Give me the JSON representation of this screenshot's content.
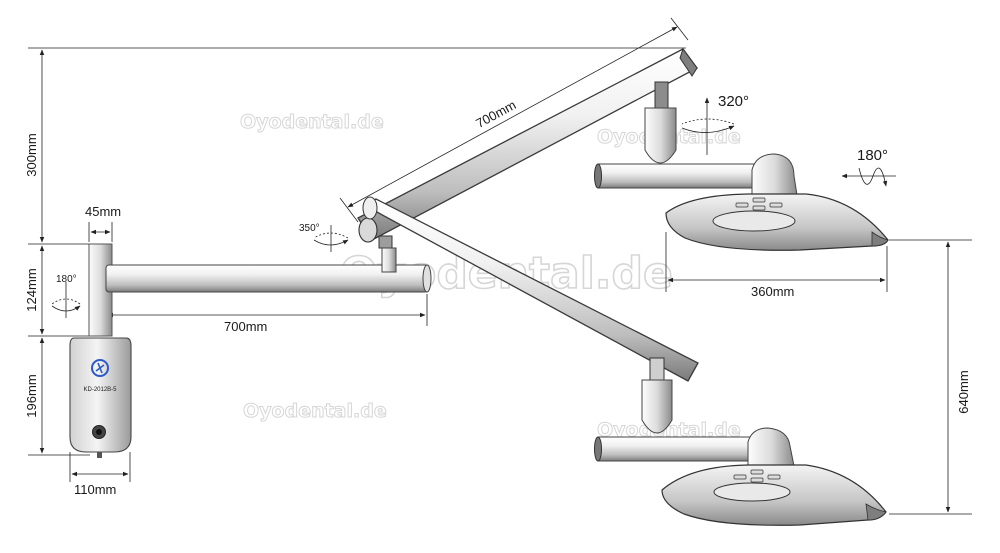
{
  "dimensions": {
    "top_arm_length": "700mm",
    "top_height": "300mm",
    "mount_width_top": "45mm",
    "joint_height": "124mm",
    "lower_arm_length": "700mm",
    "box_height": "196mm",
    "box_width": "110mm",
    "lamp_width": "360mm",
    "lamp_drop": "640mm"
  },
  "rotations": {
    "wall_mount": "180°",
    "elbow": "350°",
    "head_pivot": "320°",
    "lamp_tilt": "180°"
  },
  "device": {
    "model": "KD-2012B-5"
  },
  "watermarks": {
    "text": "Oyodental.de"
  },
  "colors": {
    "metal_light": "#f2f2f2",
    "metal_mid": "#c4c4c4",
    "metal_dark": "#7e7e7e",
    "outline": "#333333",
    "logo_blue": "#2d58c8",
    "watermark": "#d6d6d6"
  }
}
